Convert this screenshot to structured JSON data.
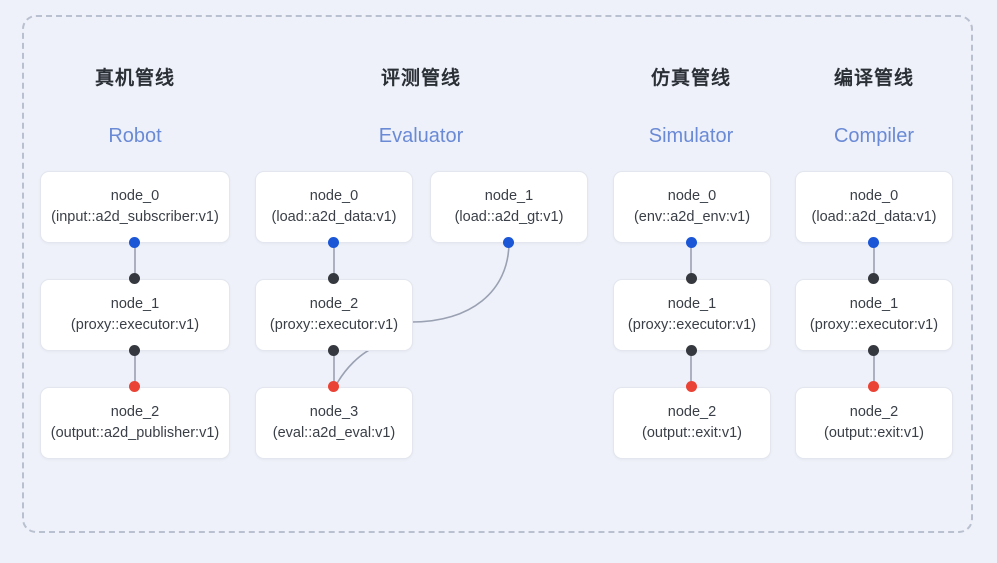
{
  "diagram": {
    "background_color": "#eef1f9",
    "frame_border_color": "#b9c0cf",
    "node_fill": "#ffffff",
    "node_border": "#e3e6ee",
    "edge_color": "#9aa1b2",
    "dot_colors": {
      "input": "#1a56d6",
      "internal": "#35393f",
      "output": "#ea4335"
    },
    "subtitle_color": "#6a8ad6",
    "title_color": "#2b2f36"
  },
  "pipelines": [
    {
      "id": "robot",
      "title_cn": "真机管线",
      "title_en": "Robot",
      "nodes": [
        {
          "name": "node_0",
          "type": "(input::a2d_subscriber:v1)"
        },
        {
          "name": "node_1",
          "type": "(proxy::executor:v1)"
        },
        {
          "name": "node_2",
          "type": "(output::a2d_publisher:v1)"
        }
      ]
    },
    {
      "id": "evaluator",
      "title_cn": "评测管线",
      "title_en": "Evaluator",
      "nodes": [
        {
          "name": "node_0",
          "type": "(load::a2d_data:v1)"
        },
        {
          "name": "node_1",
          "type": "(load::a2d_gt:v1)"
        },
        {
          "name": "node_2",
          "type": "(proxy::executor:v1)"
        },
        {
          "name": "node_3",
          "type": "(eval::a2d_eval:v1)"
        }
      ]
    },
    {
      "id": "simulator",
      "title_cn": "仿真管线",
      "title_en": "Simulator",
      "nodes": [
        {
          "name": "node_0",
          "type": "(env::a2d_env:v1)"
        },
        {
          "name": "node_1",
          "type": "(proxy::executor:v1)"
        },
        {
          "name": "node_2",
          "type": "(output::exit:v1)"
        }
      ]
    },
    {
      "id": "compiler",
      "title_cn": "编译管线",
      "title_en": "Compiler",
      "nodes": [
        {
          "name": "node_0",
          "type": "(load::a2d_data:v1)"
        },
        {
          "name": "node_1",
          "type": "(proxy::executor:v1)"
        },
        {
          "name": "node_2",
          "type": "(output::exit:v1)"
        }
      ]
    }
  ]
}
